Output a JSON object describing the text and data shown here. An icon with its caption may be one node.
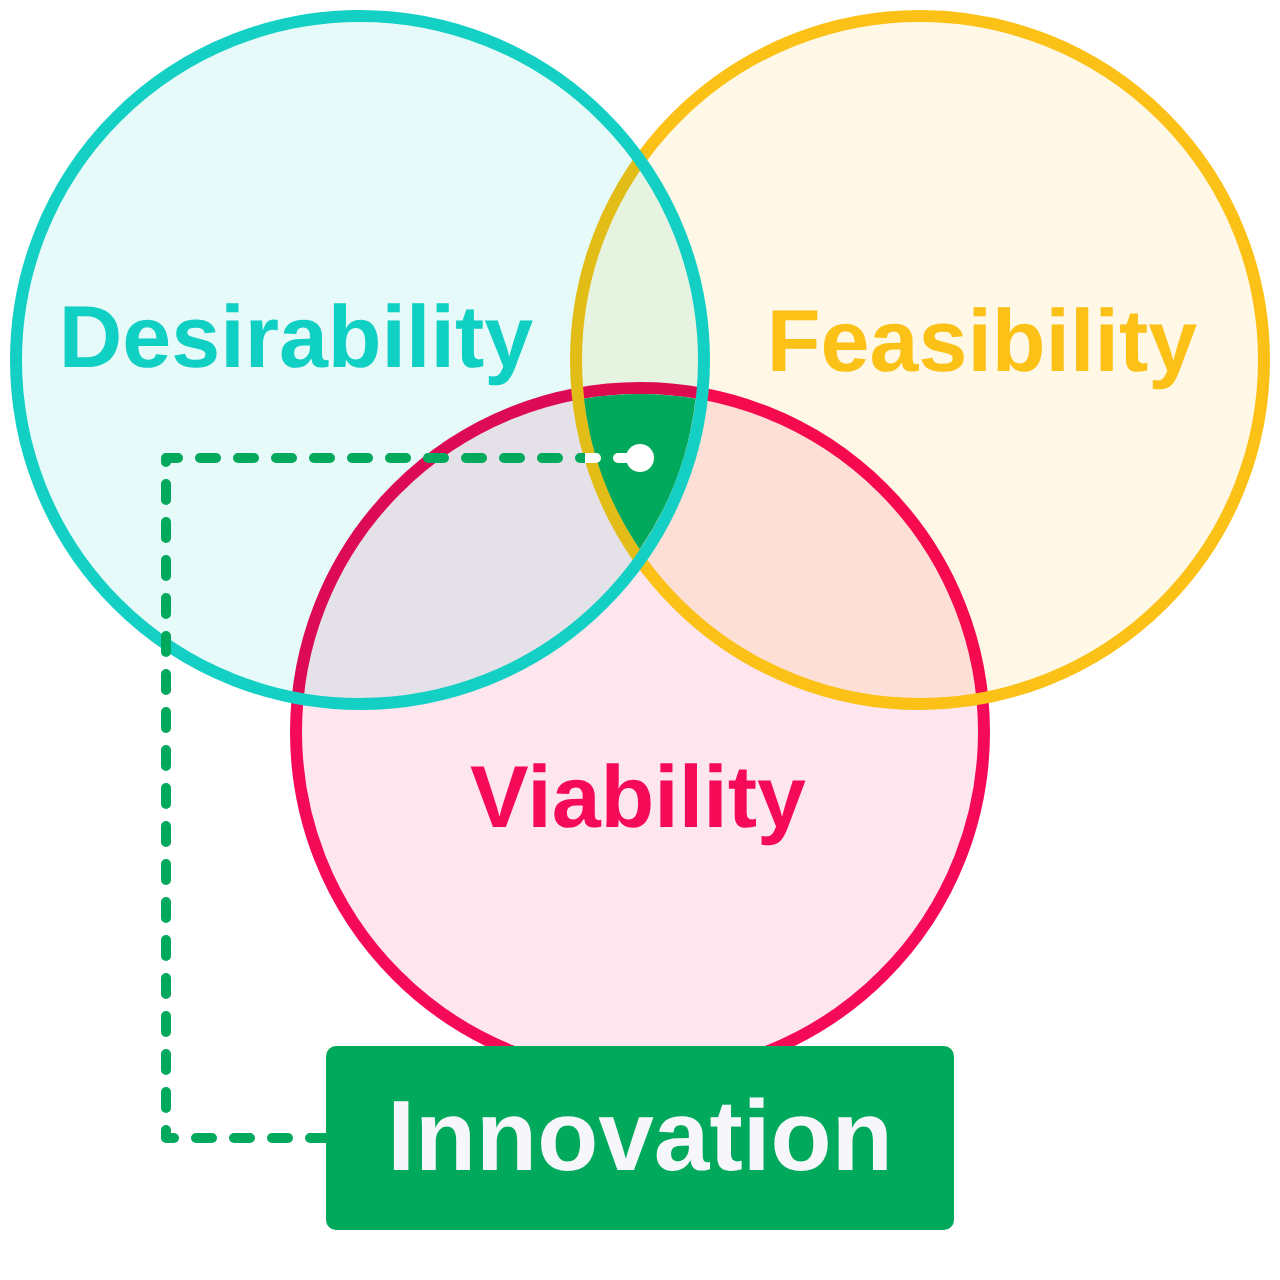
{
  "diagram": {
    "nodes": [
      {
        "text": [
          "Desirability"
        ]
      },
      {
        "text": [
          "Feasibility"
        ]
      },
      {
        "text": [
          "Viability"
        ]
      },
      {
        "text": [
          "Innovation"
        ]
      },
      {
        "text": [],
        "shape": "triangle"
      }
    ],
    "edges": [
      {
        "from": 3,
        "to": 4,
        "arrow": "other",
        "style": "dashed"
      }
    ]
  }
}
